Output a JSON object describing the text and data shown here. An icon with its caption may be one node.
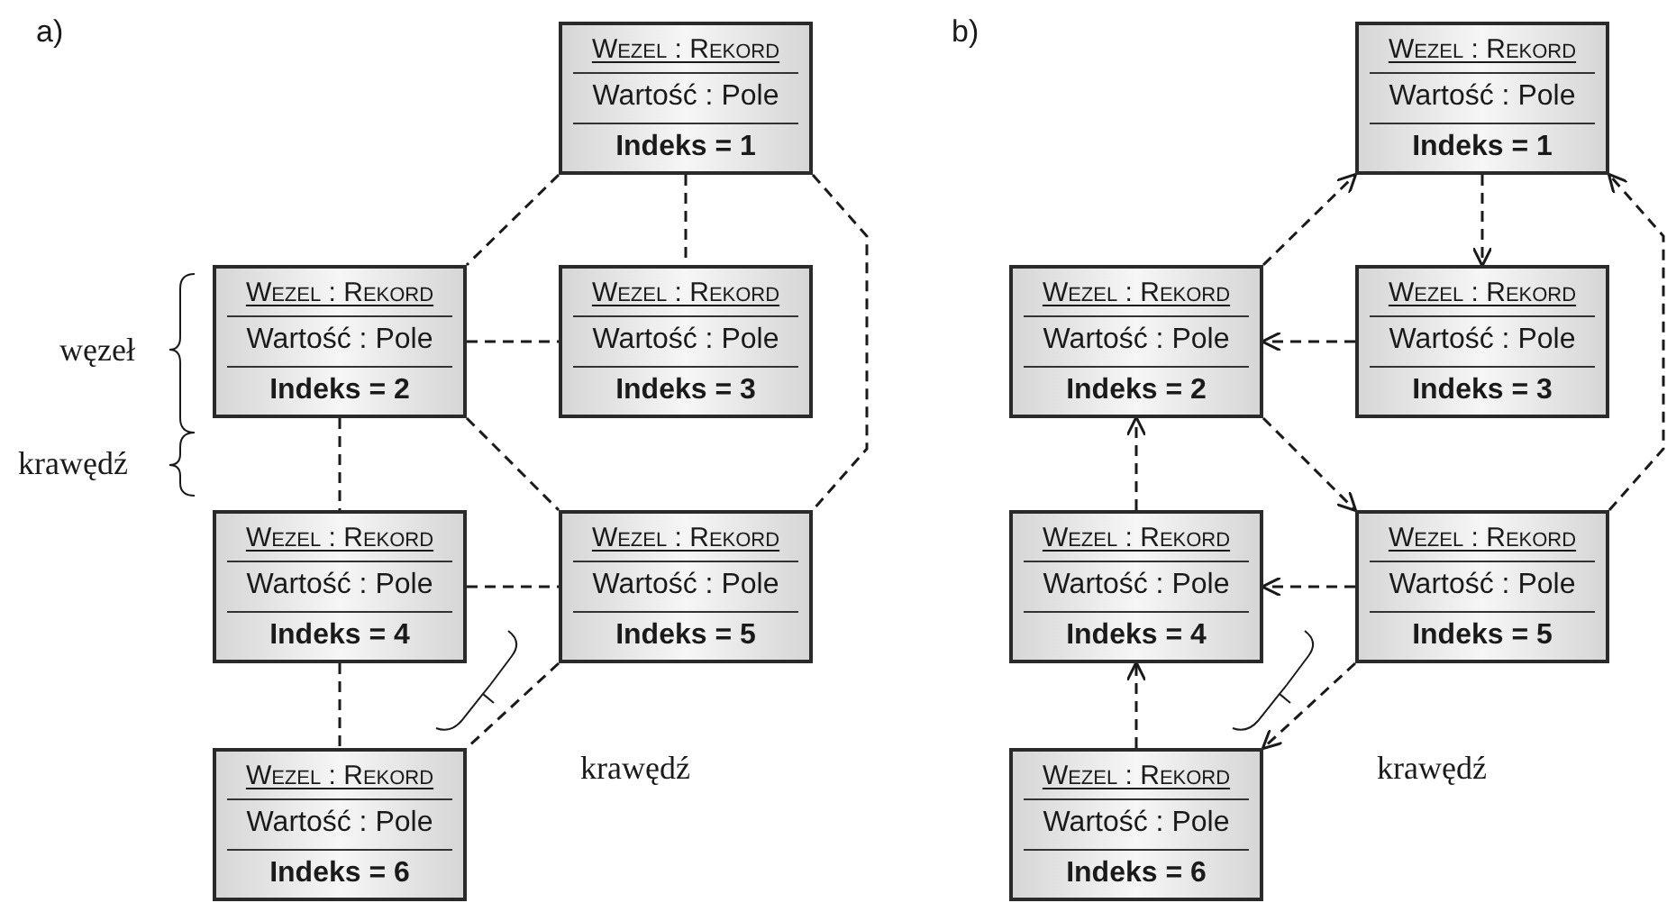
{
  "diagram": {
    "nodes": [
      {
        "text": [
          "Wezel : Rekord",
          "Wartość : Pole",
          "Indeks = 1"
        ]
      },
      {
        "text": [
          "Wezel : Rekord",
          "Wartość : Pole",
          "Indeks = 2"
        ]
      },
      {
        "text": [
          "Wezel : Rekord",
          "Wartość : Pole",
          "Indeks = 3"
        ]
      },
      {
        "text": [
          "Wezel : Rekord",
          "Wartość : Pole",
          "Indeks = 4"
        ]
      },
      {
        "text": [
          "Wezel : Rekord",
          "Wartość : Pole",
          "Indeks = 5"
        ]
      },
      {
        "text": [
          "Wezel : Rekord",
          "Wartość : Pole",
          "Indeks = 6"
        ]
      },
      {
        "text": [
          "Wezel : Rekord",
          "Wartość : Pole",
          "Indeks = 1"
        ]
      },
      {
        "text": [
          "Wezel : Rekord",
          "Wartość : Pole",
          "Indeks = 2"
        ]
      },
      {
        "text": [
          "Wezel : Rekord",
          "Wartość : Pole",
          "Indeks = 3"
        ]
      },
      {
        "text": [
          "Wezel : Rekord",
          "Wartość : Pole",
          "Indeks = 4"
        ]
      },
      {
        "text": [
          "Wezel : Rekord",
          "Wartość : Pole",
          "Indeks = 5"
        ]
      },
      {
        "text": [
          "Wezel : Rekord",
          "Wartość : Pole",
          "Indeks = 6"
        ]
      }
    ],
    "edges": [
      {
        "from": 0,
        "to": 1,
        "arrow": "none",
        "style": "dashed"
      },
      {
        "from": 0,
        "to": 2,
        "arrow": "none",
        "style": "dashed"
      },
      {
        "from": 0,
        "to": 4,
        "arrow": "none",
        "style": "dashed"
      },
      {
        "from": 1,
        "to": 2,
        "arrow": "none",
        "style": "dashed"
      },
      {
        "from": 1,
        "to": 3,
        "arrow": "none",
        "style": "dashed"
      },
      {
        "from": 1,
        "to": 4,
        "arrow": "none",
        "style": "dashed"
      },
      {
        "from": 3,
        "to": 4,
        "arrow": "none",
        "style": "dashed"
      },
      {
        "from": 3,
        "to": 5,
        "arrow": "none",
        "style": "dashed"
      },
      {
        "from": 4,
        "to": 5,
        "arrow": "none",
        "style": "dashed"
      },
      {
        "from": 7,
        "to": 6,
        "arrow": "to",
        "style": "dashed"
      },
      {
        "from": 6,
        "to": 8,
        "arrow": "to",
        "style": "dashed"
      },
      {
        "from": 10,
        "to": 6,
        "arrow": "to",
        "style": "dashed"
      },
      {
        "from": 8,
        "to": 7,
        "arrow": "to",
        "style": "dashed"
      },
      {
        "from": 9,
        "to": 7,
        "arrow": "to",
        "style": "dashed"
      },
      {
        "from": 7,
        "to": 10,
        "arrow": "to",
        "style": "dashed"
      },
      {
        "from": 10,
        "to": 9,
        "arrow": "to",
        "style": "dashed"
      },
      {
        "from": 11,
        "to": 9,
        "arrow": "to",
        "style": "dashed"
      },
      {
        "from": 10,
        "to": 11,
        "arrow": "to",
        "style": "dashed"
      }
    ],
    "labels": [
      "a)",
      "węzeł",
      "krawędź",
      "krawędź",
      "b)",
      "krawędź"
    ]
  }
}
